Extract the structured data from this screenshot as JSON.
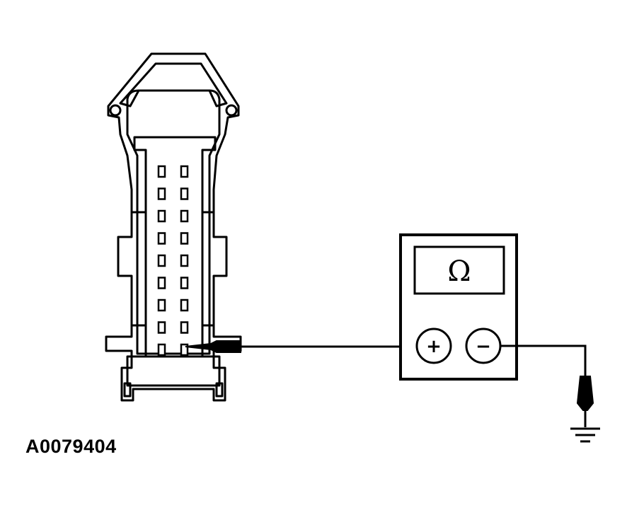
{
  "figure": {
    "id_label": "A0079404"
  },
  "meter": {
    "display_symbol": "Ω",
    "positive_label": "+",
    "negative_label": "−"
  },
  "colors": {
    "line": "#000000",
    "background": "#ffffff"
  },
  "connector": {
    "pin_rows": 9,
    "pin_columns": 2
  }
}
